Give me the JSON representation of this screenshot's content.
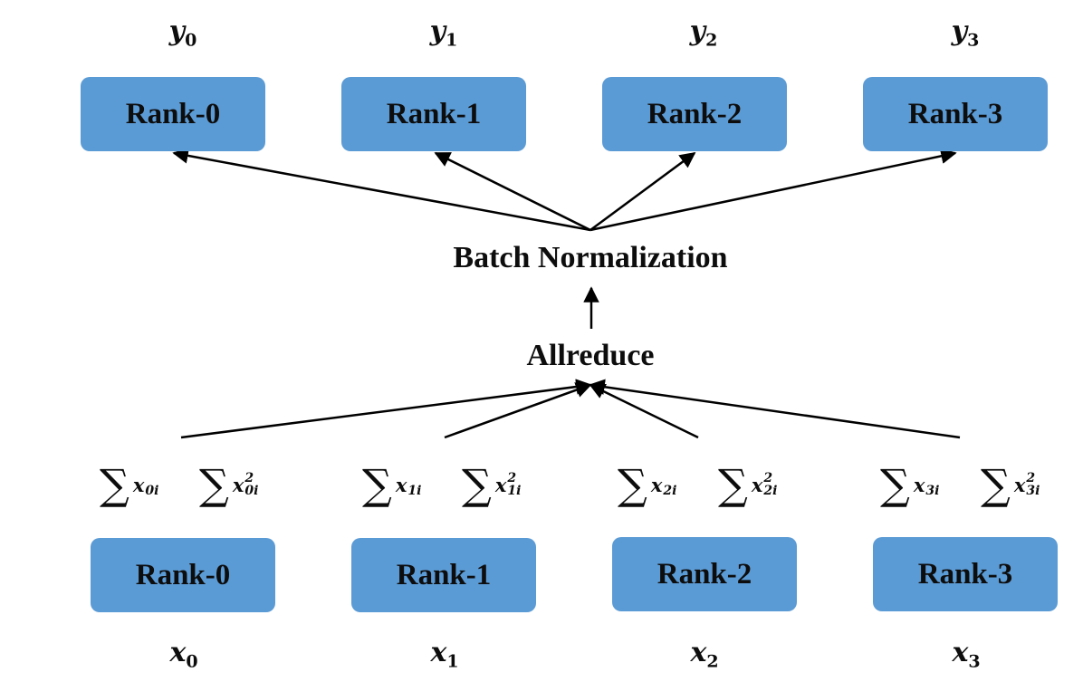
{
  "colors": {
    "box_fill": "#5b9bd5",
    "line": "#000000",
    "text": "#0d0d0d"
  },
  "output_labels": [
    {
      "var": "y",
      "sub": "0"
    },
    {
      "var": "y",
      "sub": "1"
    },
    {
      "var": "y",
      "sub": "2"
    },
    {
      "var": "y",
      "sub": "3"
    }
  ],
  "top_ranks": [
    "Rank-0",
    "Rank-1",
    "Rank-2",
    "Rank-3"
  ],
  "batch_norm_label": "Batch Normalization",
  "allreduce_label": "Allreduce",
  "sum_terms": [
    {
      "sum": "∑",
      "var": "x",
      "idx": "0i",
      "sq": "2"
    },
    {
      "sum": "∑",
      "var": "x",
      "idx": "1i",
      "sq": "2"
    },
    {
      "sum": "∑",
      "var": "x",
      "idx": "2i",
      "sq": "2"
    },
    {
      "sum": "∑",
      "var": "x",
      "idx": "3i",
      "sq": "2"
    }
  ],
  "bottom_ranks": [
    "Rank-0",
    "Rank-1",
    "Rank-2",
    "Rank-3"
  ],
  "input_labels": [
    {
      "var": "x",
      "sub": "0"
    },
    {
      "var": "x",
      "sub": "1"
    },
    {
      "var": "x",
      "sub": "2"
    },
    {
      "var": "x",
      "sub": "3"
    }
  ]
}
